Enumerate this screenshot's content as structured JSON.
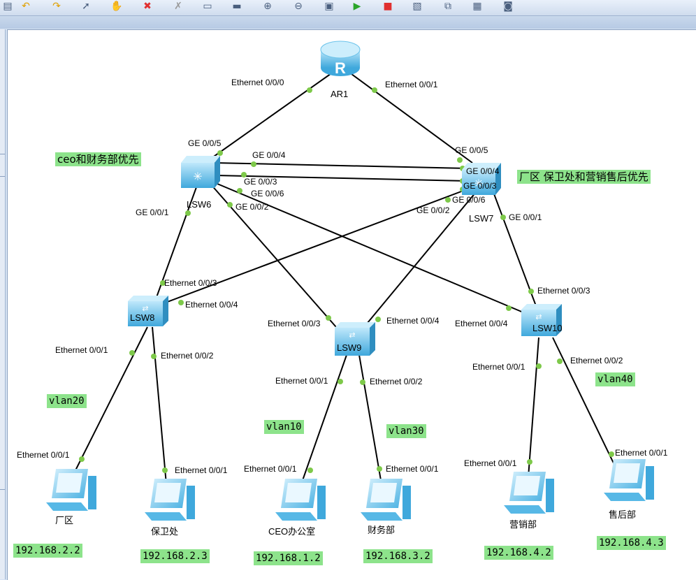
{
  "toolbar": {
    "icons": [
      "open-icon",
      "undo-icon",
      "redo-icon",
      "pointer-icon",
      "hand-icon",
      "delete-icon",
      "delete-all-icon",
      "text-icon",
      "rectangle-icon",
      "zoom-in-icon",
      "zoom-out-icon",
      "fit-icon",
      "start-icon",
      "stop-icon",
      "capture-icon",
      "topology-icon",
      "grid-icon",
      "console-icon"
    ]
  },
  "devices": {
    "ar1": "AR1",
    "lsw6": "LSW6",
    "lsw7": "LSW7",
    "lsw8": "LSW8",
    "lsw9": "LSW9",
    "lsw10": "LSW10",
    "pc_factory": "厂区",
    "pc_security": "保卫处",
    "pc_ceo": "CEO办公室",
    "pc_finance": "财务部",
    "pc_marketing": "营销部",
    "pc_aftersales": "售后部"
  },
  "ports": {
    "ar1_e000": "Ethernet 0/0/0",
    "ar1_e001": "Ethernet 0/0/1",
    "lsw6_ge005": "GE 0/0/5",
    "lsw6_ge004": "GE 0/0/4",
    "lsw6_ge003": "GE 0/0/3",
    "lsw6_ge006": "GE 0/0/6",
    "lsw6_ge002": "GE 0/0/2",
    "lsw6_ge001": "GE 0/0/1",
    "lsw7_ge005": "GE 0/0/5",
    "lsw7_ge004": "GE 0/0/4",
    "lsw7_ge003": "GE 0/0/3",
    "lsw7_ge006": "GE 0/0/6",
    "lsw7_ge002": "GE 0/0/2",
    "lsw7_ge001": "GE 0/0/1",
    "lsw8_e003": "Ethernet 0/0/3",
    "lsw8_e004": "Ethernet 0/0/4",
    "lsw8_e001": "Ethernet 0/0/1",
    "lsw8_e002": "Ethernet 0/0/2",
    "lsw9_e003": "Ethernet 0/0/3",
    "lsw9_e004": "Ethernet 0/0/4",
    "lsw9_e001": "Ethernet 0/0/1",
    "lsw9_e002": "Ethernet 0/0/2",
    "lsw10_e004": "Ethernet 0/0/4",
    "lsw10_e003": "Ethernet 0/0/3",
    "lsw10_e001": "Ethernet 0/0/1",
    "lsw10_e002": "Ethernet 0/0/2",
    "pc_factory_e001": "Ethernet 0/0/1",
    "pc_security_e001": "Ethernet 0/0/1",
    "pc_ceo_e001": "Ethernet 0/0/1",
    "pc_finance_e001": "Ethernet 0/0/1",
    "pc_marketing_e001": "Ethernet 0/0/1",
    "pc_aftersales_e001": "Ethernet 0/0/1"
  },
  "notes": {
    "lsw6_priority": "ceo和财务部优先",
    "lsw7_priority": "厂区 保卫处和营销售后优先",
    "vlan20": "vlan20",
    "vlan10": "vlan10",
    "vlan30": "vlan30",
    "vlan40": "vlan40",
    "ip_factory": "192.168.2.2",
    "ip_security": "192.168.2.3",
    "ip_ceo": "192.168.1.2",
    "ip_finance": "192.168.3.2",
    "ip_marketing": "192.168.4.2",
    "ip_aftersales": "192.168.4.3"
  },
  "colors": {
    "link": "#000000",
    "port_dot": "#7ec94a",
    "note_bg": "#8de38b",
    "device": "#5cbde8"
  }
}
